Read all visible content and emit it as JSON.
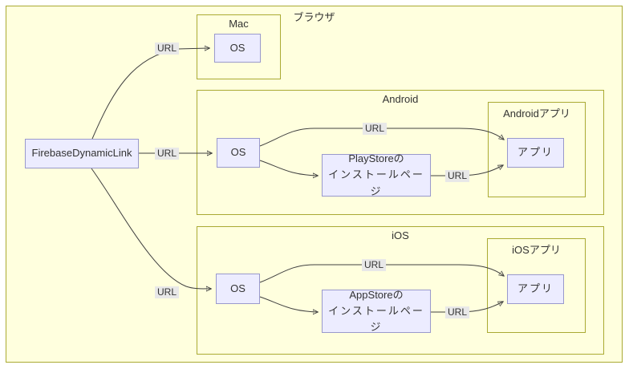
{
  "diagram": {
    "browser_frame": {
      "label": "ブラウザ"
    },
    "fdl_node": {
      "label": "FirebaseDynamicLink"
    },
    "mac_group": {
      "label": "Mac",
      "os_node": "OS"
    },
    "android_group": {
      "label": "Android",
      "os_node": "OS",
      "store_node": {
        "line1": "PlayStoreの",
        "line2": "インストールページ"
      },
      "app_group": {
        "label": "Androidアプリ",
        "app_node": "アプリ"
      }
    },
    "ios_group": {
      "label": "iOS",
      "os_node": "OS",
      "store_node": {
        "line1": "AppStoreの",
        "line2": "インストールページ"
      },
      "app_group": {
        "label": "iOSアプリ",
        "app_node": "アプリ"
      }
    },
    "edge_labels": {
      "fdl_to_mac": "URL",
      "fdl_to_android": "URL",
      "fdl_to_ios": "URL",
      "android_os_to_app": "URL",
      "playstore_to_app": "URL",
      "ios_os_to_app": "URL",
      "appstore_to_app": "URL"
    },
    "colors": {
      "group_fill": "#ffffde",
      "group_border": "#aaaa33",
      "node_fill": "#ececff",
      "node_border": "#9999cc",
      "edge": "#404040",
      "edge_label_bg": "#e8e8e8",
      "text": "#333333"
    }
  }
}
